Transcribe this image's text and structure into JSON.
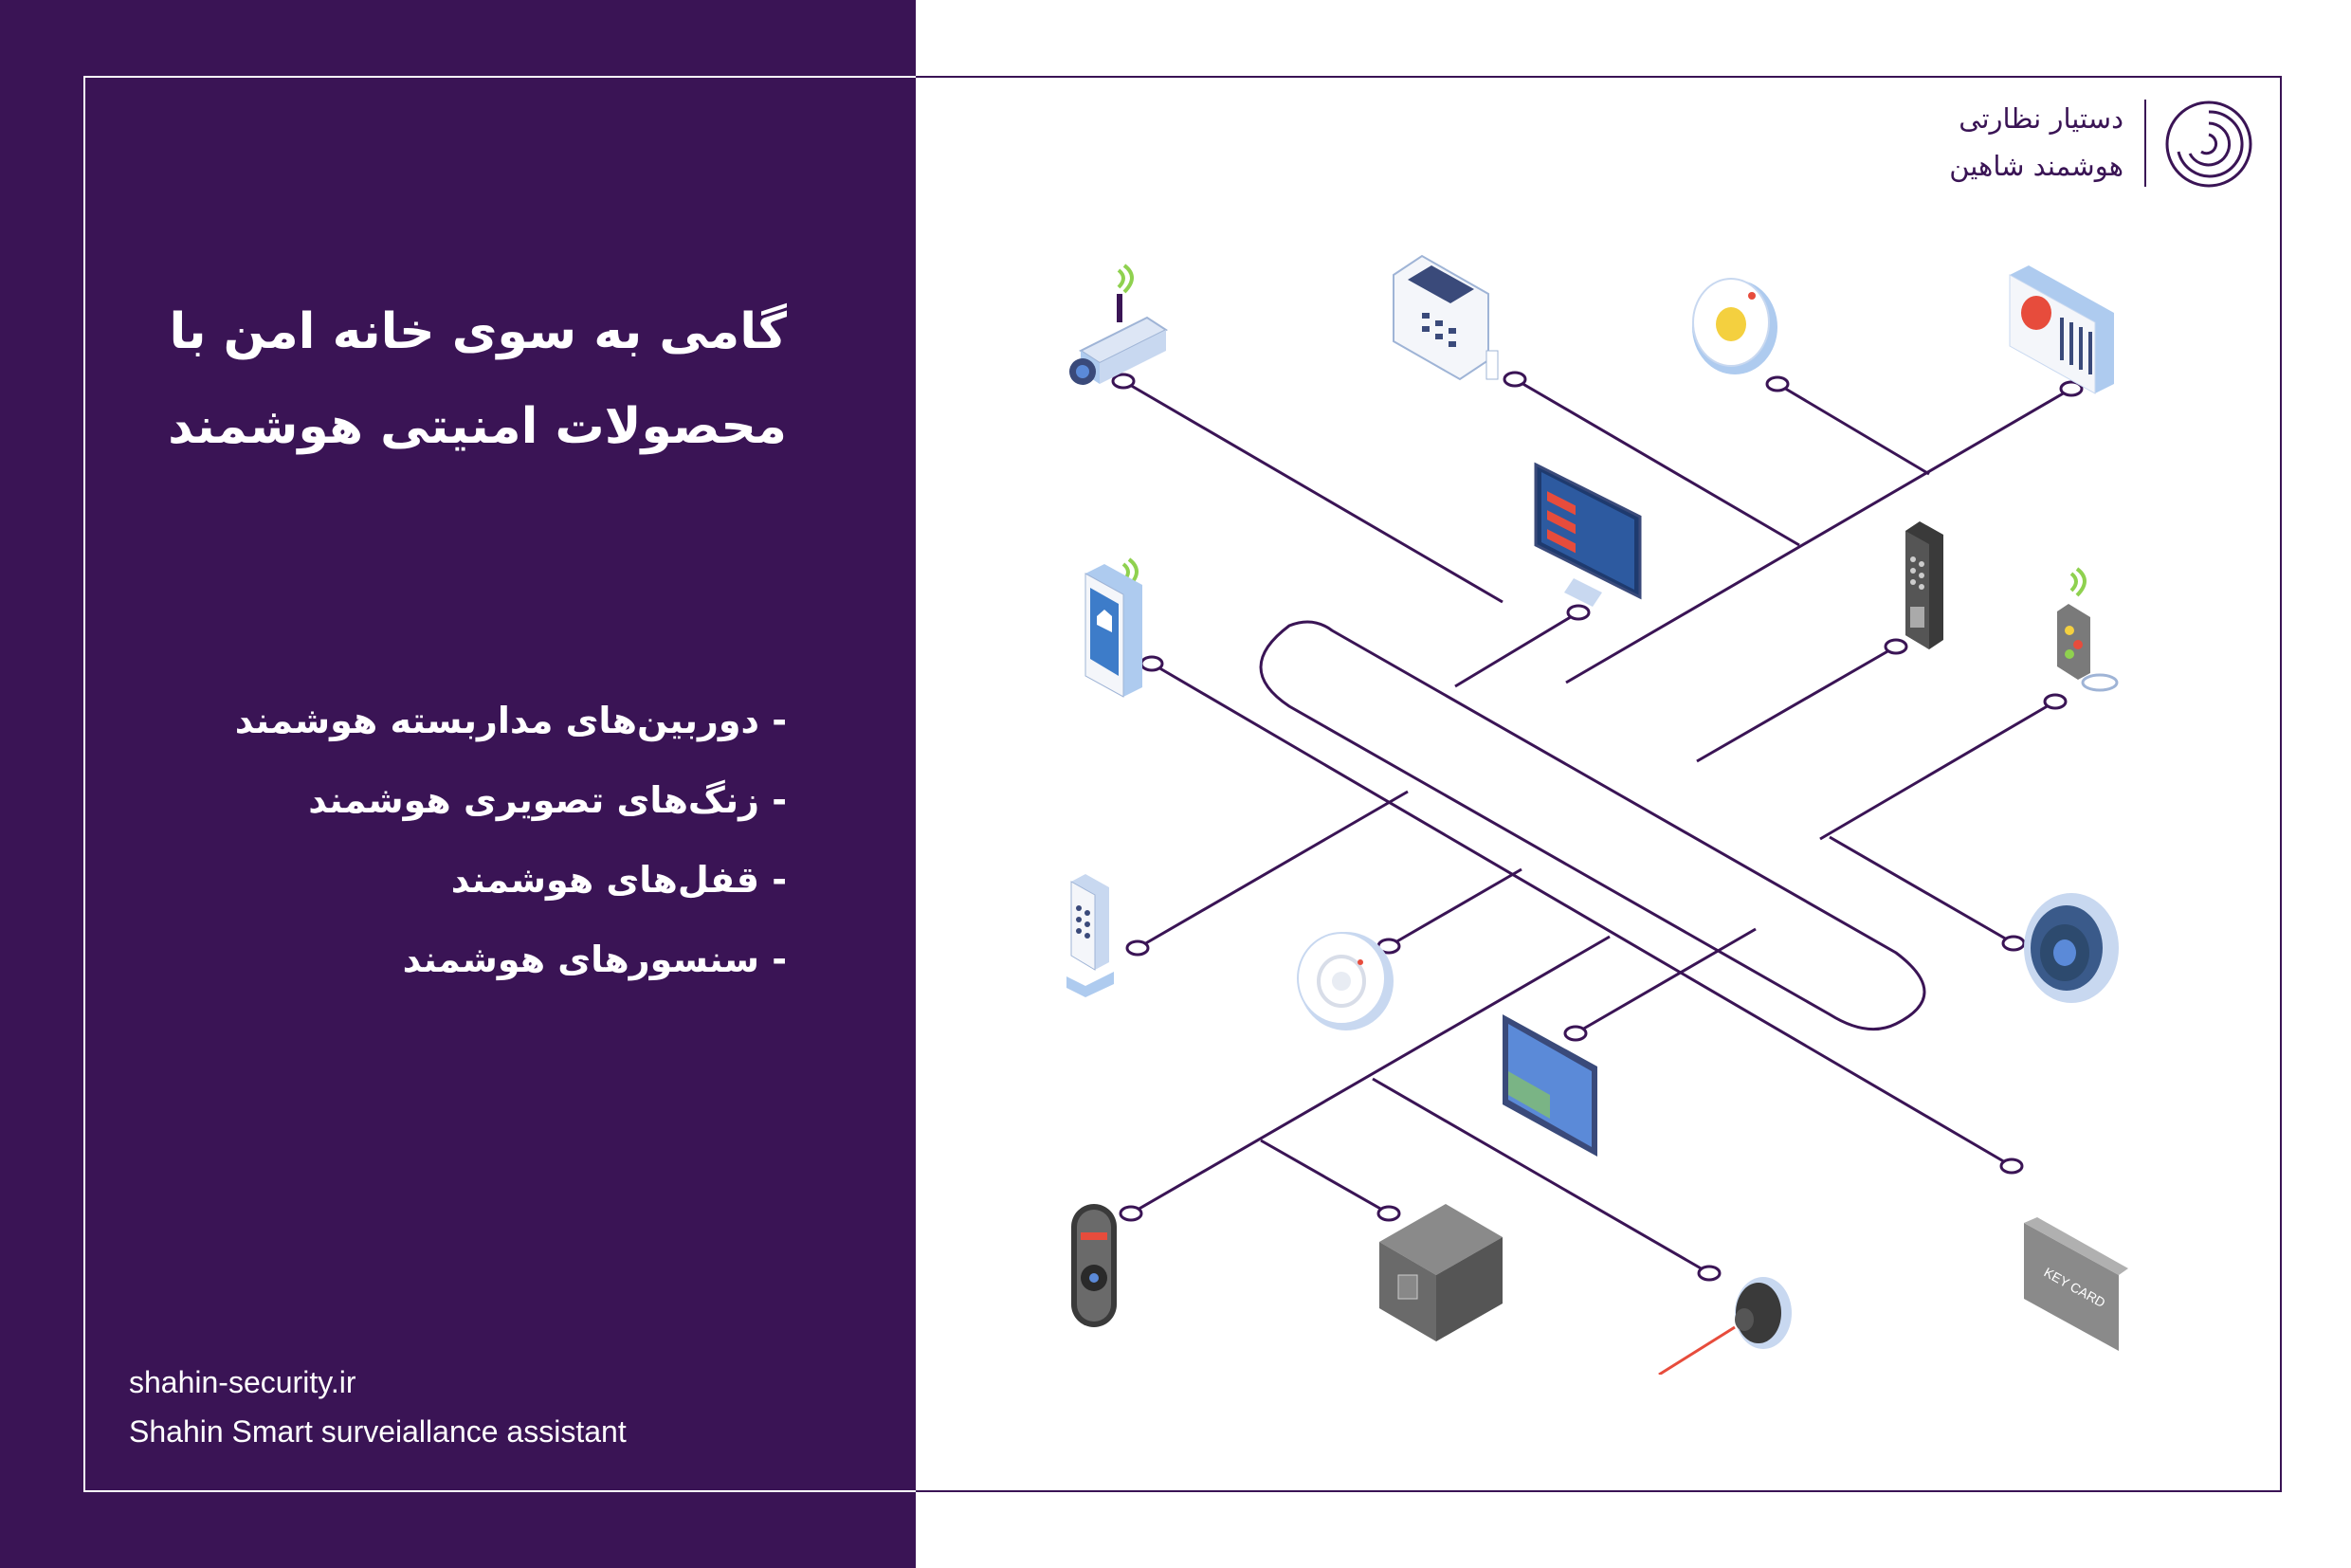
{
  "title": {
    "line1": "گامی به سوی خانه امن  با",
    "line2": "محصولات امنیتی هوشمند"
  },
  "bullets": [
    "- دوربین‌های مداربسته هوشمند",
    "- زنگ‌های تصویری هوشمند",
    "- قفل‌های هوشمند",
    "- سنسورهای هوشمند"
  ],
  "footer": {
    "website": "shahin-security.ir",
    "tagline": "Shahin Smart surveiallance assistant"
  },
  "logo": {
    "line1": "دستیار نظارتی",
    "line2": "هوشمند شاهین"
  },
  "devices": {
    "key_card_text": "KEY CARD"
  },
  "colors": {
    "brand_purple": "#3a1455",
    "background": "#ffffff",
    "device_blue": "#aecbef",
    "device_grey": "#7a7a7a",
    "signal_green": "#8fd14f"
  },
  "icons": [
    "cctv-camera-icon",
    "alarm-keypad-icon",
    "smoke-detector-icon",
    "intercom-icon",
    "monitor-icon",
    "smartphone-icon",
    "keypad-lock-icon",
    "key-fob-icon",
    "door-lock-icon",
    "fire-alarm-icon",
    "dome-camera-icon",
    "tablet-icon",
    "video-doorbell-icon",
    "safe-icon",
    "laser-sensor-icon",
    "key-card-icon"
  ]
}
